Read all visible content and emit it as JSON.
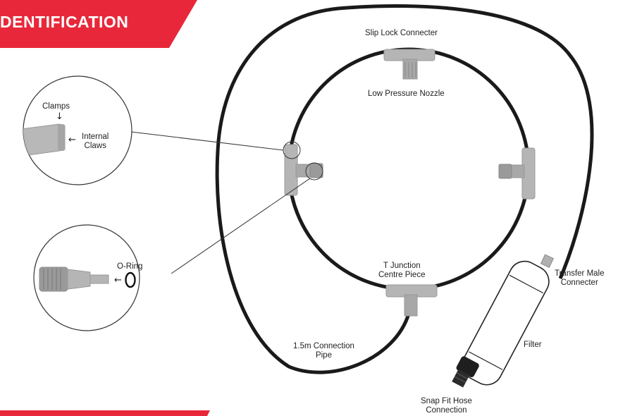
{
  "banner": {
    "title": "DENTIFICATION",
    "color": "#e8283a"
  },
  "labels": {
    "slip_lock": "Slip Lock Connecter",
    "low_pressure": "Low Pressure Nozzle",
    "clamps": "Clamps",
    "internal_claws_1": "Internal",
    "internal_claws_2": "Claws",
    "o_ring": "O-Ring",
    "t_junction_1": "T Junction",
    "t_junction_2": "Centre Piece",
    "transfer_1": "Transfer Male",
    "transfer_2": "Connecter",
    "filter": "Filter",
    "pipe_1": "1.5m Connection",
    "pipe_2": "Pipe",
    "snap_1": "Snap Fit Hose",
    "snap_2": "Connection"
  },
  "colors": {
    "pipe": "#1a1a1a",
    "fitting": "#b5b5b5",
    "fitting_dark": "#8e8e8e",
    "accent": "#e8283a"
  }
}
